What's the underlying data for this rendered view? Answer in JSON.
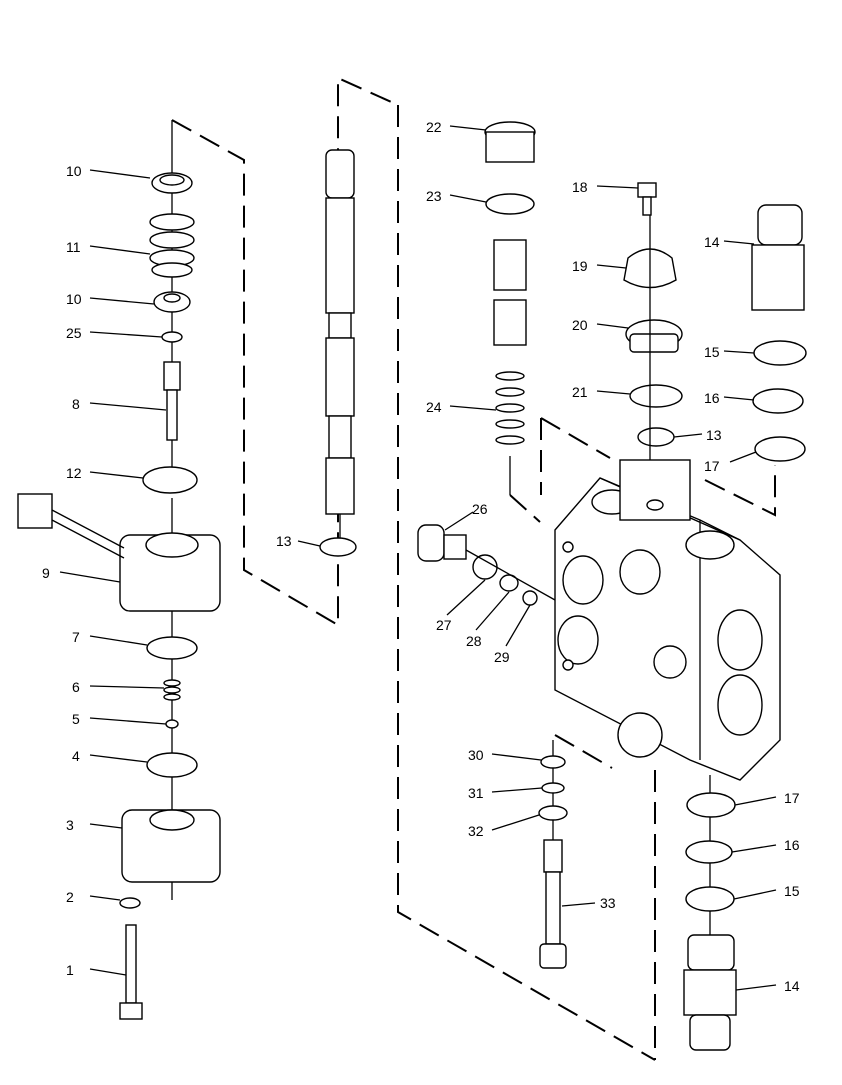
{
  "labels": {
    "l1": "1",
    "l2": "2",
    "l3": "3",
    "l4": "4",
    "l5": "5",
    "l6": "6",
    "l7": "7",
    "l8": "8",
    "l9": "9",
    "l10a": "10",
    "l10b": "10",
    "l11": "11",
    "l12": "12",
    "l13a": "13",
    "l13b": "13",
    "l14a": "14",
    "l14b": "14",
    "l15a": "15",
    "l15b": "15",
    "l16a": "16",
    "l16b": "16",
    "l17a": "17",
    "l17b": "17",
    "l18": "18",
    "l19": "19",
    "l20": "20",
    "l21": "21",
    "l22": "22",
    "l23": "23",
    "l24": "24",
    "l25": "25",
    "l26": "26",
    "l27": "27",
    "l28": "28",
    "l29": "29",
    "l30": "30",
    "l31": "31",
    "l32": "32",
    "l33": "33"
  }
}
